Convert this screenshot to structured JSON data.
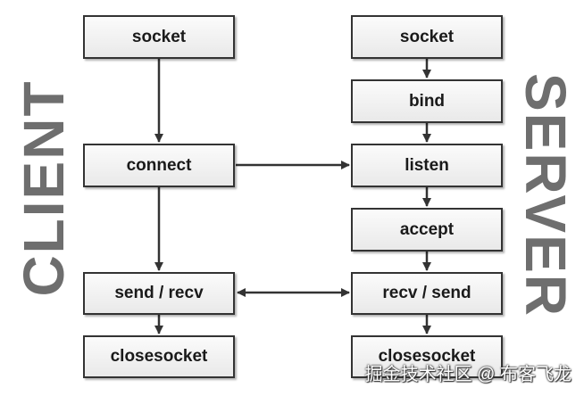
{
  "labels": {
    "client": "CLIENT",
    "server": "SERVER"
  },
  "client_nodes": {
    "socket": "socket",
    "connect": "connect",
    "send_recv": "send / recv",
    "closesocket": "closesocket"
  },
  "server_nodes": {
    "socket": "socket",
    "bind": "bind",
    "listen": "listen",
    "accept": "accept",
    "recv_send": "recv / send",
    "closesocket": "closesocket"
  },
  "watermark": "掘金技术社区 @ 布客飞龙",
  "colors": {
    "border": "#333333",
    "label": "#6e6e6e",
    "arrow": "#333333"
  }
}
